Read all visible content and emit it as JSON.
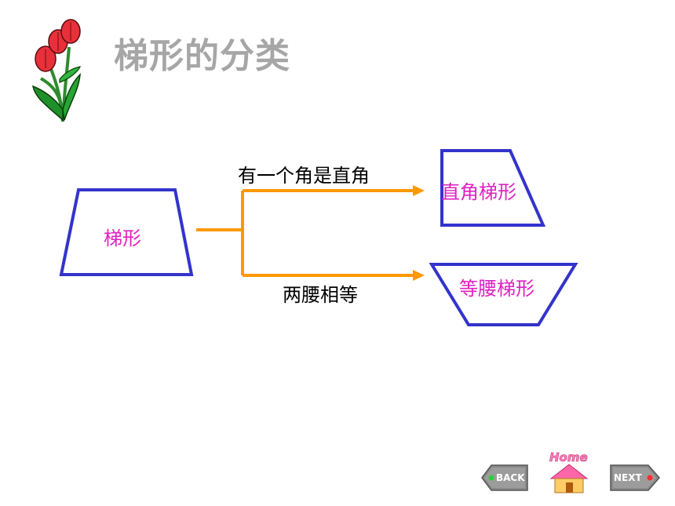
{
  "title": "梯形的分类",
  "root": {
    "label": "梯形"
  },
  "branches": [
    {
      "condition": "有一个角是直角",
      "result": "直角梯形"
    },
    {
      "condition": "两腰相等",
      "result": "等腰梯形"
    }
  ],
  "nav": {
    "back_label": "BACK",
    "home_label": "Home",
    "next_label": "NEXT"
  },
  "colors": {
    "shape_stroke": "#3333cc",
    "arrow": "#ff9900",
    "shape_text": "#e020c0",
    "title": "#a6a6a6"
  },
  "icons": {
    "decoration": "tulip-icon",
    "home": "house-icon"
  }
}
